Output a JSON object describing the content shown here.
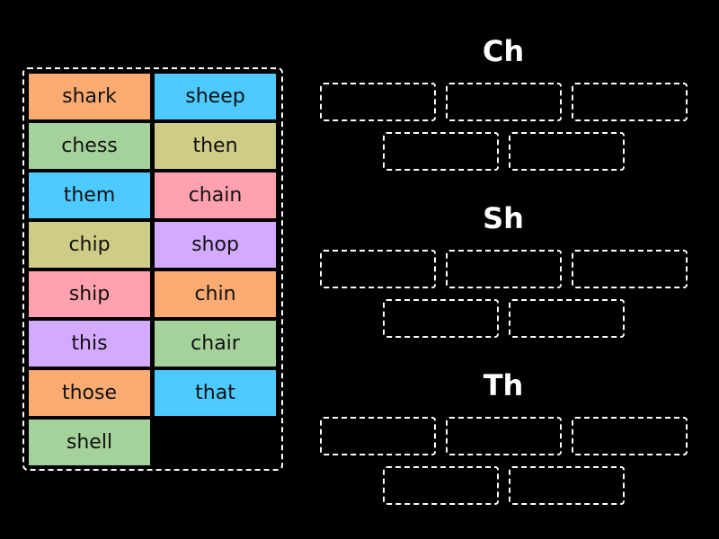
{
  "cards": [
    {
      "label": "shark",
      "color": "#f9ab72"
    },
    {
      "label": "sheep",
      "color": "#4dcaff"
    },
    {
      "label": "chess",
      "color": "#a5d29b"
    },
    {
      "label": "then",
      "color": "#cfcc87"
    },
    {
      "label": "them",
      "color": "#4dcaff"
    },
    {
      "label": "chain",
      "color": "#ffa1ae"
    },
    {
      "label": "chip",
      "color": "#cfcc87"
    },
    {
      "label": "shop",
      "color": "#d3aaff"
    },
    {
      "label": "ship",
      "color": "#ffa1ae"
    },
    {
      "label": "chin",
      "color": "#f9ab72"
    },
    {
      "label": "this",
      "color": "#d3aaff"
    },
    {
      "label": "chair",
      "color": "#a5d29b"
    },
    {
      "label": "those",
      "color": "#f9ab72"
    },
    {
      "label": "that",
      "color": "#4dcaff"
    },
    {
      "label": "shell",
      "color": "#a5d29b"
    }
  ],
  "groups": [
    {
      "title": "Ch"
    },
    {
      "title": "Sh"
    },
    {
      "title": "Th"
    }
  ]
}
